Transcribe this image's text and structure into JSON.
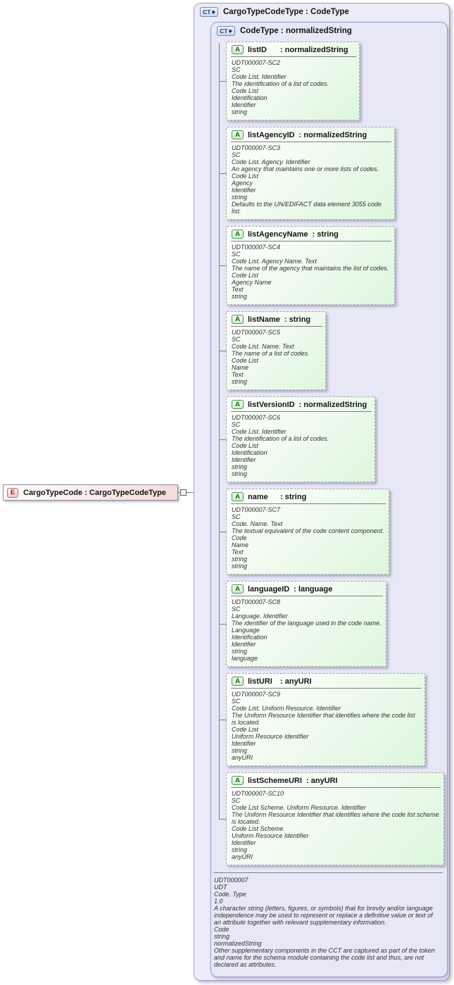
{
  "element_box": {
    "icon": "E",
    "label": "CargoTypeCode : CargoTypeCodeType"
  },
  "outer_box": {
    "icon": "CT",
    "title": "CargoTypeCodeType : CodeType"
  },
  "inner_box": {
    "icon": "CT",
    "title": "CodeType : normalizedString"
  },
  "glyphs": {
    "ct_diamond": "◆"
  },
  "attributes": [
    {
      "icon": "A",
      "name": "listID",
      "type": "normalizedString",
      "details": [
        "UDT000007-SC2",
        "SC",
        "Code List. Identifier",
        "The identification of a list of codes.",
        "Code List",
        "Identification",
        "Identifier",
        "string"
      ]
    },
    {
      "icon": "A",
      "name": "listAgencyID",
      "type": "normalizedString",
      "details": [
        "UDT000007-SC3",
        "SC",
        "Code List. Agency. Identifier",
        "An agency that maintains one or more lists of codes.",
        "Code List",
        "Agency",
        "Identifier",
        "string",
        "Defaults to the UN/EDIFACT data element 3055 code list."
      ]
    },
    {
      "icon": "A",
      "name": "listAgencyName",
      "type": "string",
      "details": [
        "UDT000007-SC4",
        "SC",
        "Code List. Agency Name. Text",
        "The name of the agency that maintains the list of codes.",
        "Code List",
        "Agency Name",
        "Text",
        "string"
      ]
    },
    {
      "icon": "A",
      "name": "listName",
      "type": "string",
      "details": [
        "UDT000007-SC5",
        "SC",
        "Code List. Name. Text",
        "The name of a list of codes.",
        "Code List",
        "Name",
        "Text",
        "string"
      ]
    },
    {
      "icon": "A",
      "name": "listVersionID",
      "type": "normalizedString",
      "details": [
        "UDT000007-SC6",
        "SC",
        "Code List. Identifier",
        "The identification of a list of codes.",
        "Code List",
        "Identification",
        "Identifier",
        "string",
        "string"
      ]
    },
    {
      "icon": "A",
      "name": "name",
      "type": "string",
      "details": [
        "UDT000007-SC7",
        "SC",
        "Code. Name. Text",
        "The textual equivalent of the code content component.",
        "Code",
        "Name",
        "Text",
        "string",
        "string"
      ]
    },
    {
      "icon": "A",
      "name": "languageID",
      "type": "language",
      "details": [
        "UDT000007-SC8",
        "SC",
        "Language. Identifier",
        "The identifier of the language used in the code name.",
        "Language",
        "Identification",
        "Identifier",
        "string",
        "language"
      ]
    },
    {
      "icon": "A",
      "name": "listURI",
      "type": "anyURI",
      "details": [
        "UDT000007-SC9",
        "SC",
        "Code List. Uniform Resource. Identifier",
        "The Uniform Resource Identifier that identifies where the code list is located.",
        "Code List",
        "Uniform Resource Identifier",
        "Identifier",
        "string",
        "anyURI"
      ]
    },
    {
      "icon": "A",
      "name": "listSchemeURI",
      "type": "anyURI",
      "details": [
        "UDT000007-SC10",
        "SC",
        "Code List Scheme. Uniform Resource. Identifier",
        "The Uniform Resource Identifier that identifies where the code list scheme is located.",
        "Code List Scheme",
        "Uniform Resource Identifier",
        "Identifier",
        "string",
        "anyURI"
      ]
    }
  ],
  "footer_lines": [
    "UDT000007",
    "UDT",
    "Code. Type",
    "1.0",
    "A character string (letters, figures, or symbols) that for brevity and/or language independence may be used to represent or replace a definitive value or text of an attribute together with relevant supplementary information.",
    "Code",
    "string",
    "normalizedString",
    "Other supplementary components in the CCT are captured as part of the token and name for the schema module containing the code list and thus, are not declared as attributes."
  ],
  "colors": {
    "outer_bg": "#ececf9",
    "inner_bg": "#e7e7f6",
    "box_border": "#9b9bca",
    "attr_bg": "#ddf6dd",
    "attr_border": "#a8a8a8",
    "a_border": "#3f9b3f",
    "a_text": "#1d641d",
    "ct_border": "#7288b4",
    "ct_text": "#22386b",
    "e_border": "#bb6a6a",
    "e_text": "#8c2525",
    "element_bg": "#f6d9d9",
    "line": "#808080",
    "detail_text": "#303030",
    "text": "#141414",
    "shadow": "rgba(110,110,140,0.45)"
  }
}
